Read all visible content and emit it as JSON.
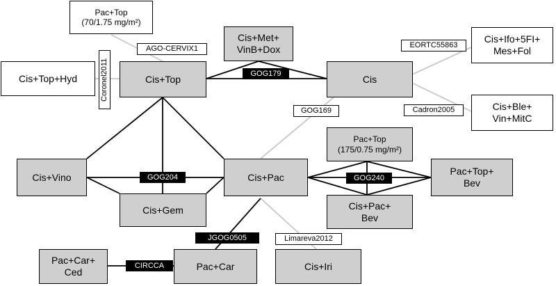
{
  "nodes": {
    "pac_top_70": "Pac+Top\n(70/1.75 mg/m²)",
    "cis_met": "Cis+Met+\nVinB+Dox",
    "cis_ifo": "Cis+Ifo+5FI+\nMes+Fol",
    "cis_top_hyd": "Cis+Top+Hyd",
    "cis_top": "Cis+Top",
    "cis": "Cis",
    "cis_ble": "Cis+Ble+\nVin+MitC",
    "pac_top_175": "Pac+Top\n(175/0.75 mg/m²)",
    "cis_vino": "Cis+Vino",
    "cis_pac": "Cis+Pac",
    "pac_top_bev": "Pac+Top+\nBev",
    "cis_gem": "Cis+Gem",
    "cis_pac_bev": "Cis+Pac+\nBev",
    "pac_car_ced": "Pac+Car+\nCed",
    "pac_car": "Pac+Car",
    "cis_iri": "Cis+Iri"
  },
  "trials": {
    "ago_cervix1": "AGO-CERVIX1",
    "coronel2011": "Coronel2011",
    "gog179": "GOG179",
    "eortc55863": "EORTC55863",
    "gog169": "GOG169",
    "cadron2005": "Cadron2005",
    "gog204": "GOG204",
    "gog240": "GOG240",
    "jgog0505": "JGOG0505",
    "limareva2012": "Limareva2012",
    "circca": "CIRCCA"
  },
  "colors": {
    "node_fill": "#cfcfcf",
    "black_edge": "#000000",
    "grey_edge": "#c8c8c8"
  }
}
